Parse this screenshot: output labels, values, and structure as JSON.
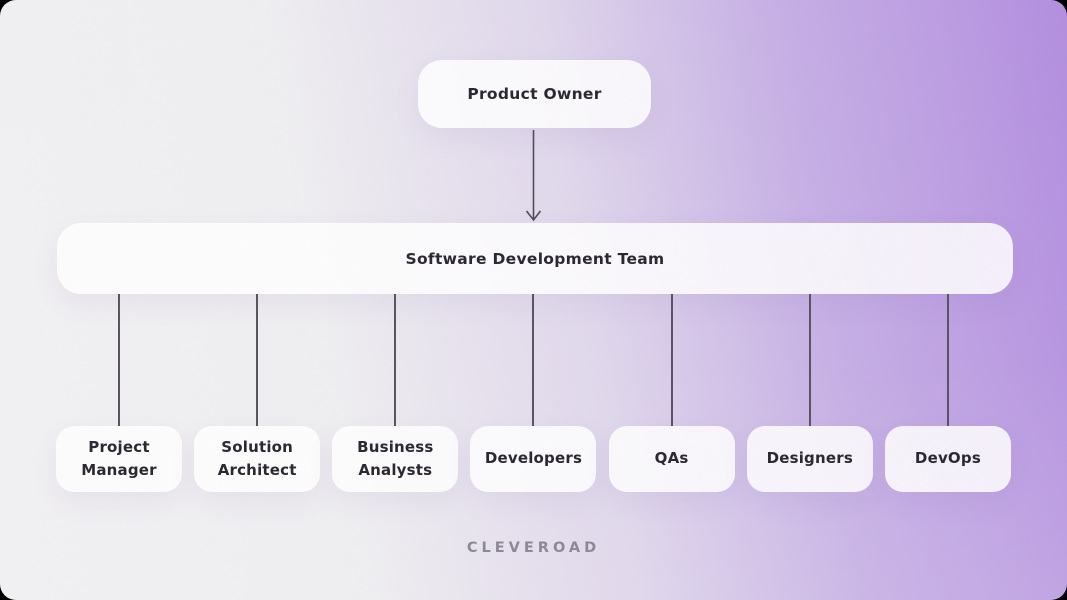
{
  "diagram": {
    "root": {
      "label": "Product Owner"
    },
    "team": {
      "label": "Software Development Team"
    },
    "roles": [
      {
        "label": "Project Manager"
      },
      {
        "label": "Solution Architect"
      },
      {
        "label": "Business Analysts"
      },
      {
        "label": "Developers"
      },
      {
        "label": "QAs"
      },
      {
        "label": "Designers"
      },
      {
        "label": "DevOps"
      }
    ],
    "brand": "CLEVEROAD"
  },
  "colors": {
    "background_start": "#f2f1f3",
    "background_end": "#b38ee0",
    "node_background": "rgba(255,255,255,0.85)",
    "node_text": "#29252f",
    "connector": "#57525e",
    "brand_text": "#8b8794"
  }
}
